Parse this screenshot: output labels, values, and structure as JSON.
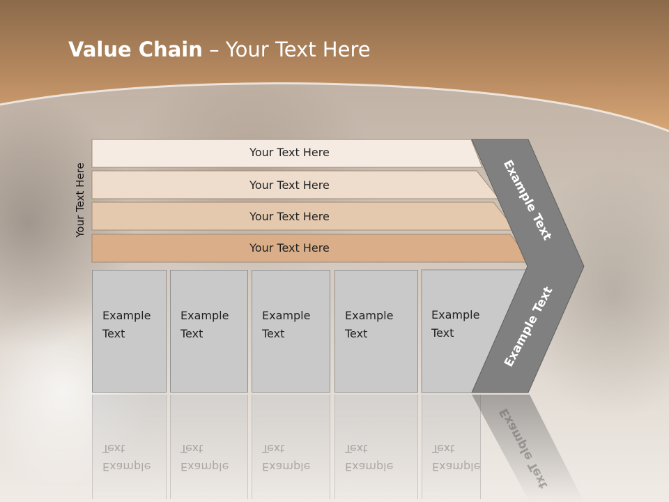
{
  "title": {
    "bold": "Value Chain",
    "rest": " – Your Text Here"
  },
  "side_label": "Your Text Here",
  "bars": [
    {
      "label": "Your Text Here",
      "fill": "#f6ebe3"
    },
    {
      "label": "Your Text Here",
      "fill": "#eedccd"
    },
    {
      "label": "Your Text Here",
      "fill": "#e5c9ae"
    },
    {
      "label": "Your Text Here",
      "fill": "#d9ae88"
    }
  ],
  "columns": [
    {
      "text": "Example\nText"
    },
    {
      "text": "Example\nText"
    },
    {
      "text": "Example\nText"
    },
    {
      "text": "Example\nText"
    },
    {
      "text": "Example\nText"
    }
  ],
  "chevron": {
    "top_label": "Example Text",
    "bottom_label": "Example Text",
    "fill": "#808080"
  },
  "colors": {
    "header": "#b08660",
    "chevron_dark": "#6f6f6f",
    "column": "#c9c9c9"
  }
}
